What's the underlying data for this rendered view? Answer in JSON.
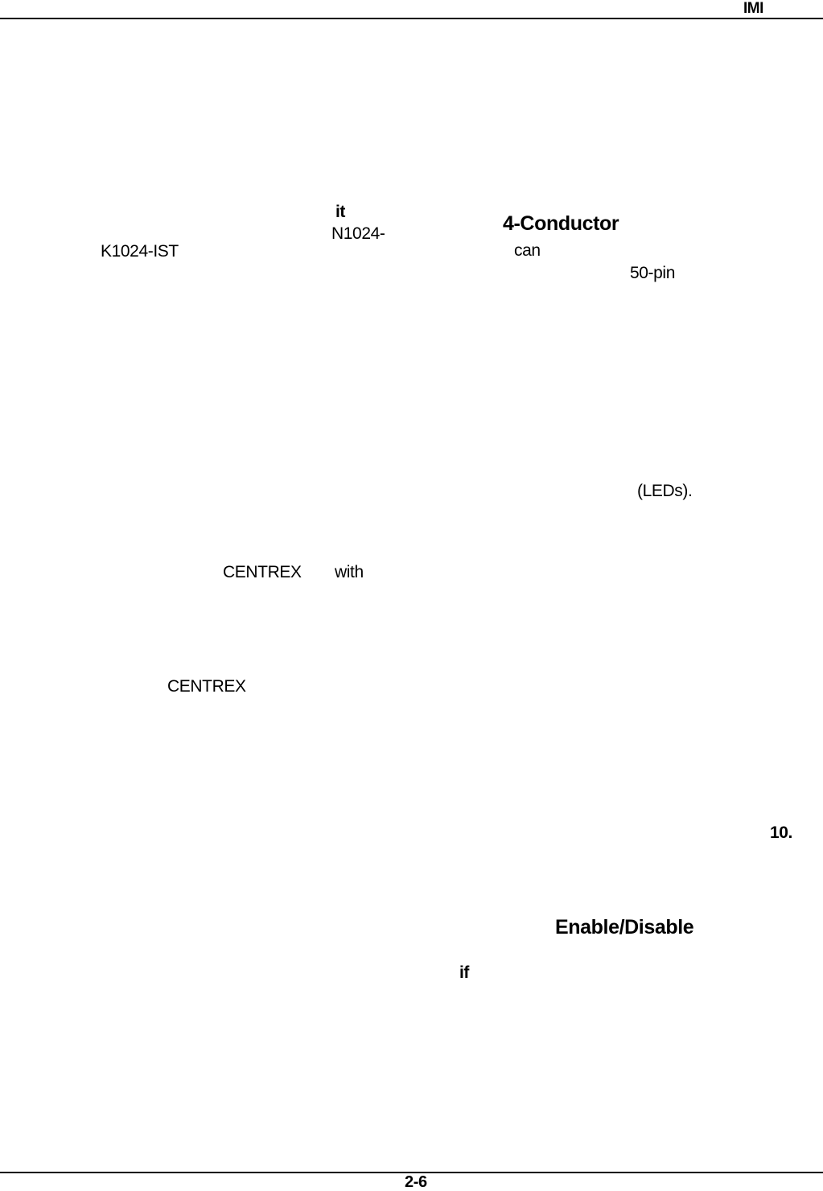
{
  "header": {
    "mark": "IMI"
  },
  "body": {
    "fragments": [
      {
        "id": "it",
        "text": "it"
      },
      {
        "id": "n1024",
        "text": "N1024-"
      },
      {
        "id": "conductor",
        "text": "4-Conductor"
      },
      {
        "id": "k1024",
        "text": "K1024-IST"
      },
      {
        "id": "can",
        "text": "can"
      },
      {
        "id": "50pin",
        "text": "50-pin"
      },
      {
        "id": "leds",
        "text": "(LEDs)."
      },
      {
        "id": "centrex1",
        "text": "CENTREX"
      },
      {
        "id": "with",
        "text": "with"
      },
      {
        "id": "centrex2",
        "text": "CENTREX"
      },
      {
        "id": "ten",
        "text": "10."
      },
      {
        "id": "enable",
        "text": "Enable/Disable"
      },
      {
        "id": "if",
        "text": "if"
      }
    ]
  },
  "footer": {
    "page_number": "2-6"
  }
}
